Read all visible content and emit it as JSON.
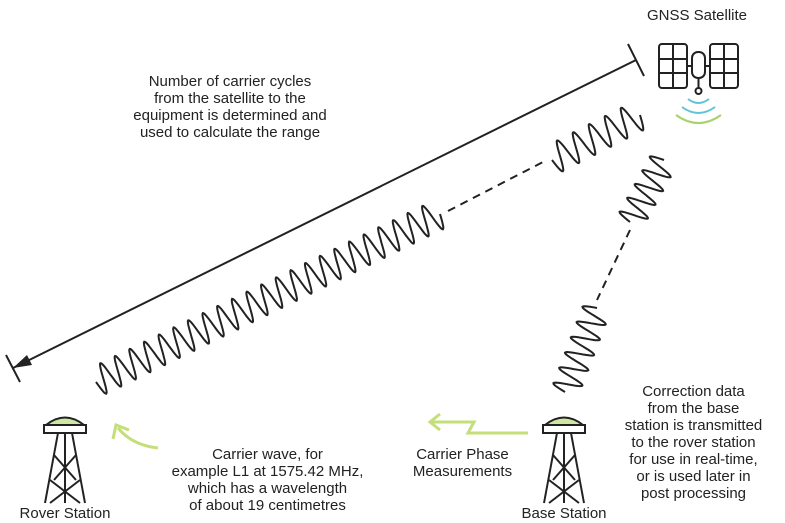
{
  "labels": {
    "satellite": "GNSS Satellite",
    "range_note": [
      "Number of carrier cycles",
      "from the satellite to the",
      "equipment is determined and",
      "used to calculate the range"
    ],
    "carrier_wave_note": [
      "Carrier wave, for",
      "example L1 at 1575.42 MHz,",
      "which has a wavelength",
      "of about 19 centimetres"
    ],
    "carrier_phase": [
      "Carrier Phase",
      "Measurements"
    ],
    "correction_note": [
      "Correction data",
      "from the base",
      "station is transmitted",
      "to the rover station",
      "for use in real-time,",
      "or is used later in",
      "post processing"
    ],
    "rover": "Rover Station",
    "base": "Base Station"
  },
  "colors": {
    "ink": "#222222",
    "signal_cyan": "#5fc4d8",
    "signal_green": "#a6d46a",
    "arrow_green": "#c4de7a",
    "antenna_top": "#cfe8a0"
  }
}
